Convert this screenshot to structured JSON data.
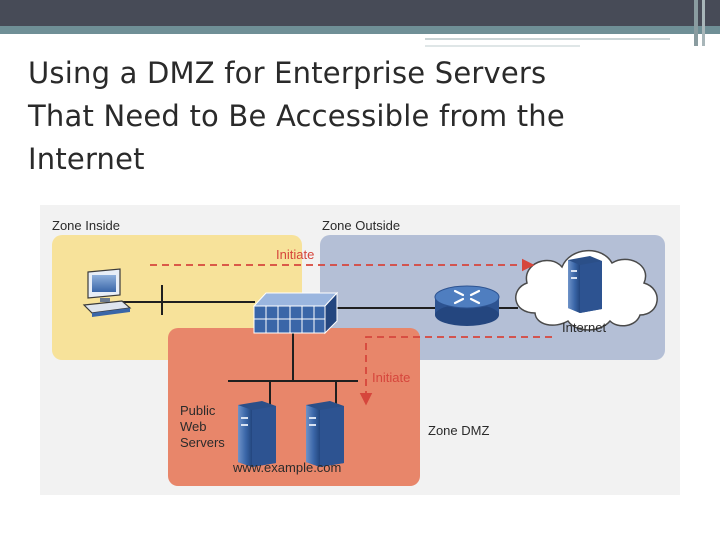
{
  "slide": {
    "title_lines": [
      "Using a DMZ for Enterprise Servers",
      "That Need to Be Accessible from the",
      "Internet"
    ]
  },
  "diagram": {
    "zone_inside_label": "Zone Inside",
    "zone_outside_label": "Zone Outside",
    "zone_dmz_label": "Zone DMZ",
    "initiate_top_label": "Initiate",
    "initiate_dmz_label": "Initiate",
    "internet_label": "Internet",
    "public_web_servers_lines": [
      "Public",
      "Web",
      "Servers"
    ],
    "url_label": "www.example.com",
    "colors": {
      "zone_inside": "#f7e29a",
      "zone_outside": "#b4bfd6",
      "zone_dmz": "#e8866a",
      "initiate_arrow": "#d6463c",
      "device_blue": "#3a66a8"
    },
    "icons": [
      "pc-icon",
      "firewall-icon",
      "router-icon",
      "server-icon",
      "cloud-icon"
    ]
  }
}
